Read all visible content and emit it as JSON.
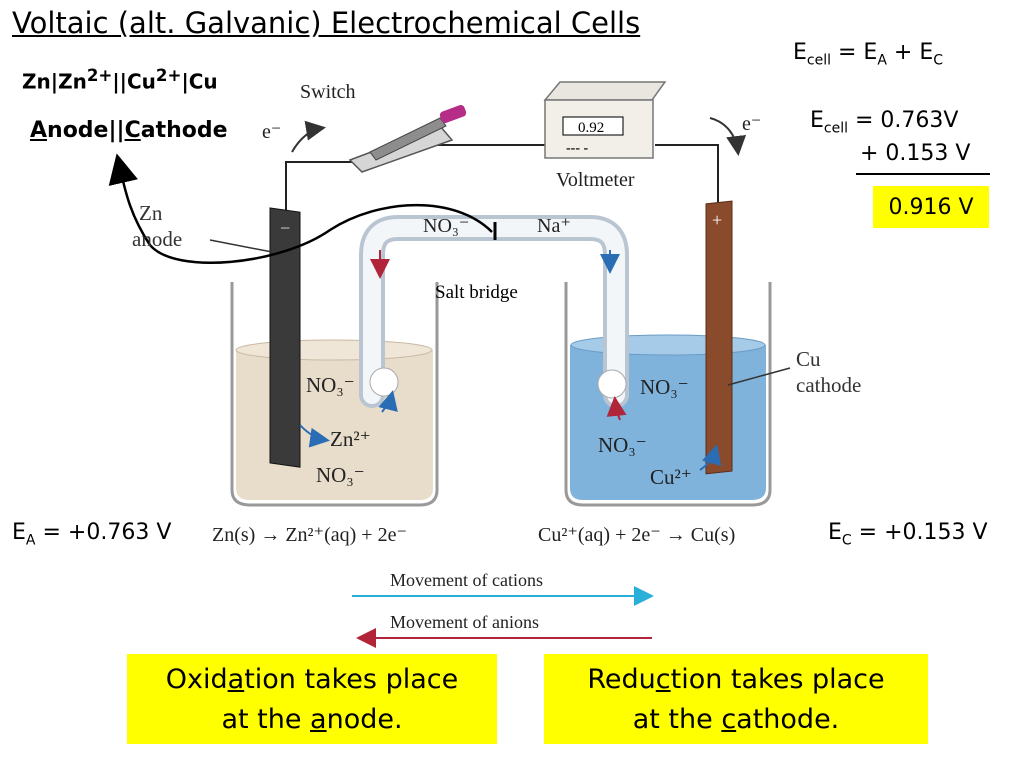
{
  "title": "Voltaic (alt. Galvanic) Electrochemical Cells",
  "notation": {
    "zn1": "Zn",
    "sep1": "|",
    "zn2": "Zn",
    "zn2_sup": "2+",
    "sep2": "||",
    "cu1": "Cu",
    "cu1_sup": "2+",
    "sep3": "|",
    "cu2": "Cu"
  },
  "roles": {
    "anode_first": "A",
    "anode_rest": "node",
    "sep": "||",
    "cathode_first": "C",
    "cathode_rest": "athode"
  },
  "cell_eq": {
    "e": "E",
    "cell_sub": "cell",
    "op": " = E",
    "a_sub": "A",
    "plus": " + E",
    "c_sub": "C"
  },
  "cell_value": {
    "e": "E",
    "cell_sub": "cell",
    "rest": " = 0.763V",
    "second": "+ 0.153 V",
    "result": "0.916 V"
  },
  "diagram": {
    "switch": "Switch",
    "voltmeter": "Voltmeter",
    "reading": "0.92",
    "display_dashes": "--- -",
    "e_left": "e⁻",
    "e_right": "e⁻",
    "zn_anode_1": "Zn",
    "zn_anode_2": "anode",
    "no3_bridge": "NO₃⁻",
    "na_bridge": "Na⁺",
    "salt_bridge": "Salt bridge",
    "cu_cathode_1": "Cu",
    "cu_cathode_2": "cathode",
    "left_no3_top": "NO₃⁻",
    "left_zn2": "Zn²⁺",
    "left_no3_bottom": "NO₃⁻",
    "right_no3_top": "NO₃⁻",
    "right_no3_mid": "NO₃⁻",
    "right_cu2": "Cu²⁺",
    "minus": "−",
    "plus": "+",
    "left_reaction": "Zn(s) → Zn²⁺(aq) + 2e⁻",
    "right_reaction": "Cu²⁺(aq) + 2e⁻ → Cu(s)",
    "cations": "Movement of cations",
    "anions": "Movement of anions"
  },
  "ea": {
    "e": "E",
    "sub": "A",
    "rest": " = +0.763 V"
  },
  "ec": {
    "e": "E",
    "sub": "C",
    "rest": " = +0.153 V"
  },
  "oxidation": {
    "l1a": "Oxid",
    "l1u": "a",
    "l1b": "tion takes place",
    "l2a": "at the ",
    "l2u": "a",
    "l2b": "node."
  },
  "reduction": {
    "l1a": "Redu",
    "l1u": "c",
    "l1b": "tion takes place",
    "l2a": "at the ",
    "l2u": "c",
    "l2b": "athode."
  },
  "colors": {
    "highlight": "#ffff00",
    "anode_solution": "#e8dccb",
    "cathode_solution": "#7fb3dc",
    "copper": "#8a4a2c",
    "zinc": "#3a3a3a"
  }
}
